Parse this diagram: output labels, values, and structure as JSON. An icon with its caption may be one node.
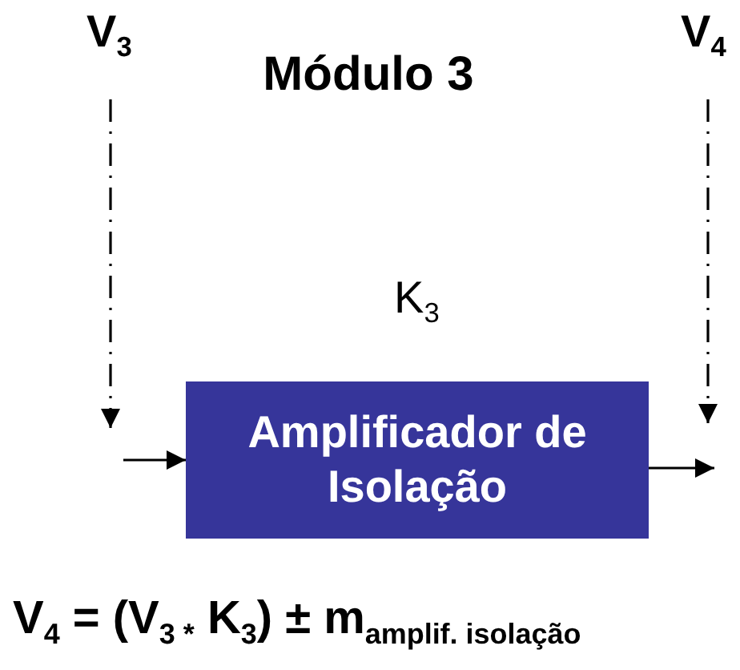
{
  "diagram": {
    "title": "Módulo 3",
    "nodes": [
      {
        "text": [
          "V$_{3}$"
        ]
      },
      {
        "text": [
          "V$_{4}$"
        ]
      },
      {
        "text": [
          "Amplificador de Isolação"
        ]
      }
    ],
    "edges": [
      {
        "from": 0,
        "to": null,
        "arrow": "to",
        "style": "dashed"
      },
      {
        "from": null,
        "to": 2,
        "arrow": "to"
      },
      {
        "from": 2,
        "to": null,
        "arrow": "to"
      },
      {
        "from": 1,
        "to": null,
        "arrow": "to",
        "style": "dashed"
      }
    ],
    "labels": [
      "K$_{3}$",
      "V$_{4}$ = (V$_{3 *}$ K$_{3}$) ± m$_{amplif. isolação}$"
    ]
  }
}
